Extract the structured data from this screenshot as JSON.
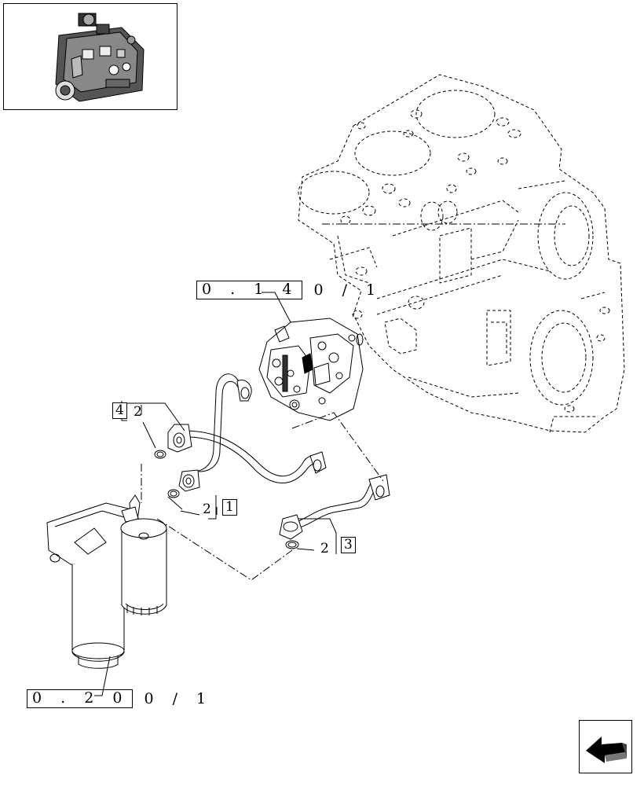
{
  "thumbnail": {
    "icon": "engine-overview-icon"
  },
  "references": {
    "pump": {
      "box_text": "0 . 1 4",
      "tail_text": "0 / 1"
    },
    "filter": {
      "box_text": "0 . 2 0",
      "tail_text": "0 / 1"
    }
  },
  "callouts": {
    "item_4": "4",
    "item_1": "1",
    "item_3": "3",
    "qty_a": "2",
    "qty_b": "2",
    "qty_c": "2"
  },
  "navigation": {
    "icon": "next-page-arrow-icon"
  }
}
